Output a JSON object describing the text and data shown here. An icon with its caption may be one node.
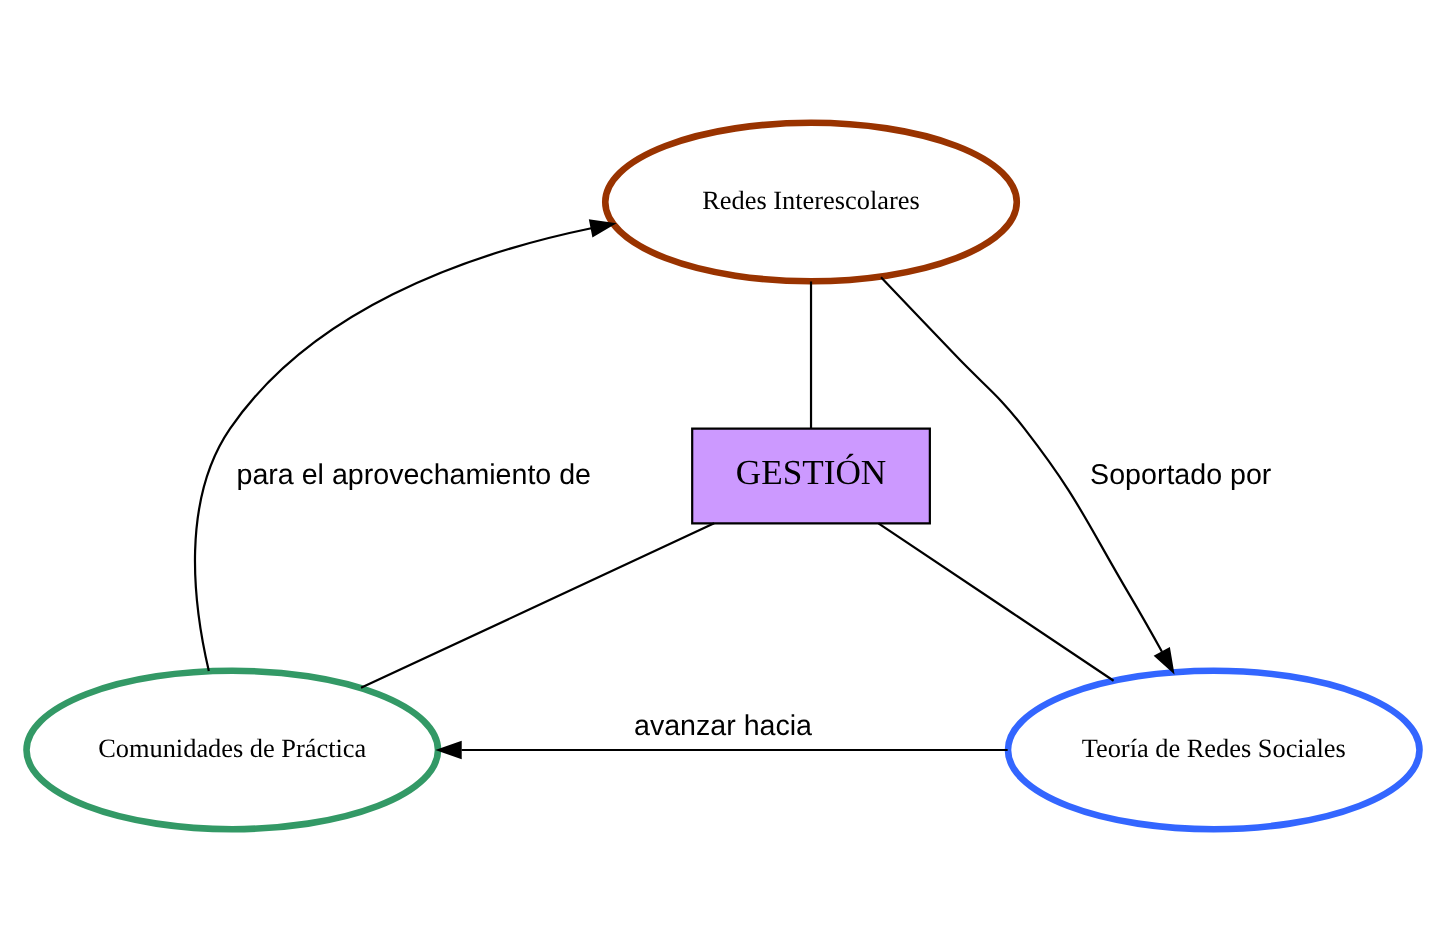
{
  "diagram": {
    "nodes": [
      {
        "text": [
          "Redes Interescolares"
        ]
      },
      {
        "text": [
          "GESTIÓN"
        ]
      },
      {
        "text": [
          "Comunidades de Práctica"
        ]
      },
      {
        "text": [
          "Teoría de Redes Sociales"
        ]
      }
    ],
    "edges": [
      {
        "from": 2,
        "to": 0,
        "arrow": "to",
        "label": "para el aprovechamiento de"
      },
      {
        "from": 0,
        "to": 3,
        "arrow": "to",
        "label": "Soportado por"
      },
      {
        "from": 3,
        "to": 2,
        "arrow": "to",
        "label": "avanzar hacia"
      },
      {
        "from": 1,
        "to": 0,
        "arrow": "none"
      },
      {
        "from": 1,
        "to": 2,
        "arrow": "none"
      },
      {
        "from": 1,
        "to": 3,
        "arrow": "none"
      }
    ]
  }
}
